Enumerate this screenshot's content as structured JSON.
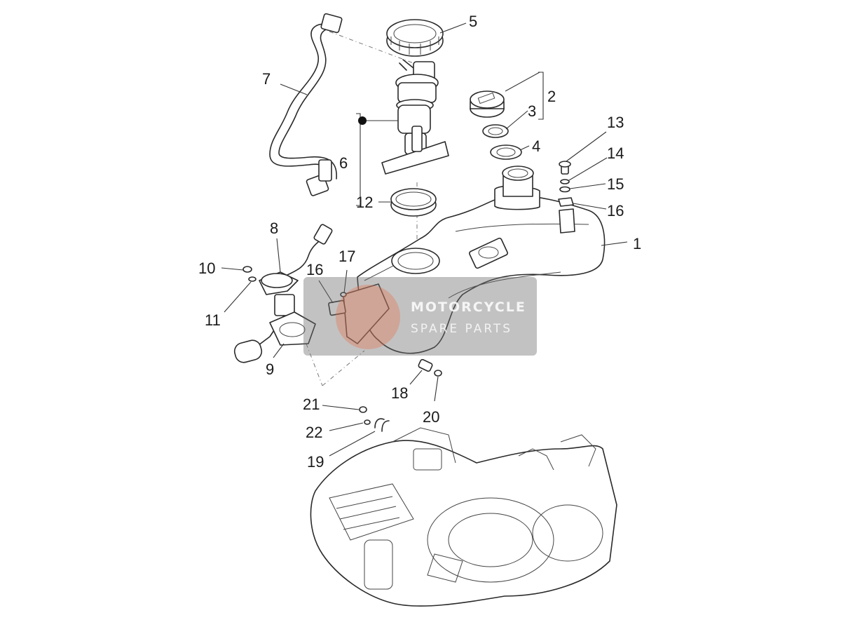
{
  "labels": {
    "l1": "1",
    "l2": "2",
    "l3": "3",
    "l4": "4",
    "l5": "5",
    "l6": "6",
    "l7": "7",
    "l8": "8",
    "l9": "9",
    "l10": "10",
    "l11": "11",
    "l12": "12",
    "l13": "13",
    "l14": "14",
    "l15": "15",
    "l16a": "16",
    "l16b": "16",
    "l17": "17",
    "l18": "18",
    "l19": "19",
    "l20": "20",
    "l21": "21",
    "l22": "22"
  },
  "watermark": {
    "line1": "MOTORCYCLE",
    "line2": "SPARE PARTS",
    "background_color": "#6e6e6e",
    "accent_color": "#e8704a"
  }
}
